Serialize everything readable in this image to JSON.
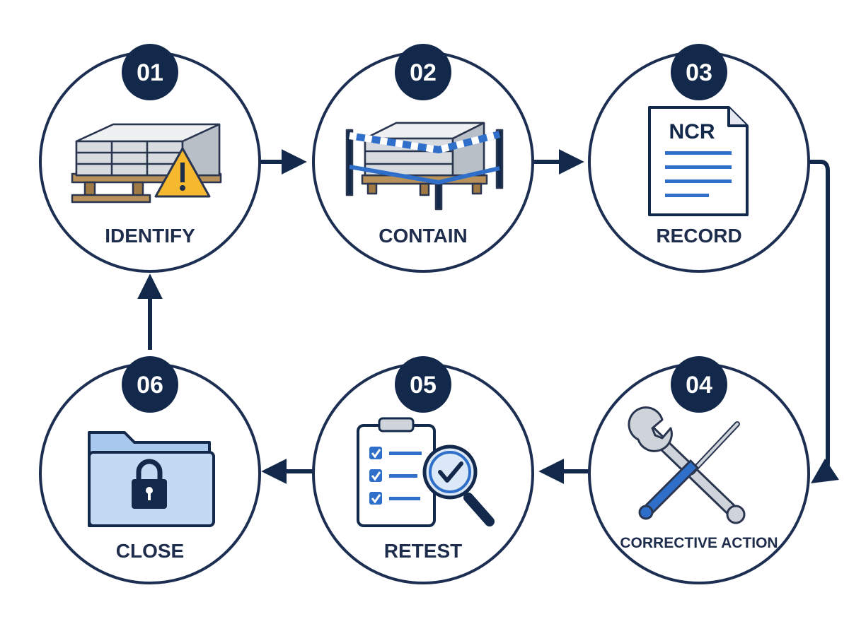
{
  "colors": {
    "navy": "#13294b",
    "ring": "#1c2f52",
    "label": "#1f2d4d",
    "accent_blue": "#2f6fc9",
    "warning_yellow": "#f5b82e",
    "folder_blue": "#a9c8ee",
    "pallet_wood": "#b8925a",
    "stone_gray": "#cfd4da"
  },
  "steps": [
    {
      "number": "01",
      "label": "IDENTIFY",
      "icon": "stacked-slabs-warning-icon"
    },
    {
      "number": "02",
      "label": "CONTAIN",
      "icon": "cordoned-slabs-icon"
    },
    {
      "number": "03",
      "label": "RECORD",
      "icon": "ncr-document-icon",
      "doc_text": "NCR"
    },
    {
      "number": "04",
      "label": "CORRECTIVE ACTION",
      "icon": "wrench-screwdriver-icon"
    },
    {
      "number": "05",
      "label": "RETEST",
      "icon": "checklist-magnifier-icon"
    },
    {
      "number": "06",
      "label": "CLOSE",
      "icon": "locked-folder-icon"
    }
  ]
}
